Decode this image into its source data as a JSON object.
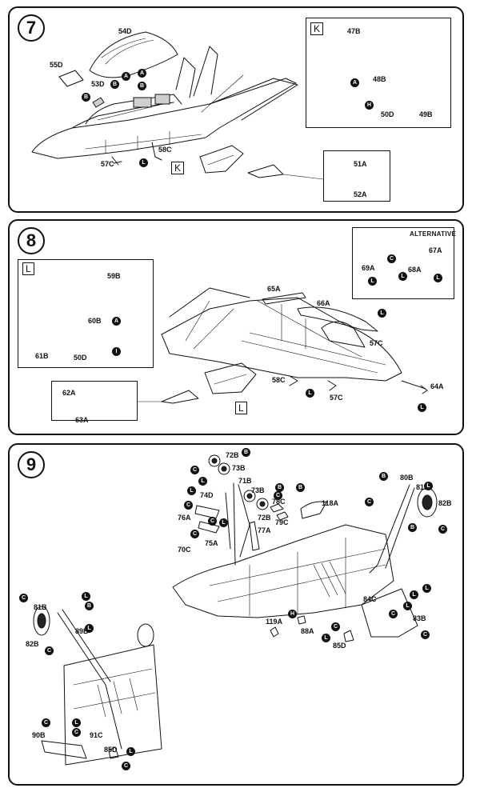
{
  "steps": [
    {
      "number": "7",
      "inset": "K",
      "callout": "K",
      "parts": [
        "54D",
        "55D",
        "53D",
        "58C",
        "57C",
        "47B",
        "48B",
        "49B",
        "50D",
        "51A",
        "52A"
      ],
      "markers": [
        "B",
        "A",
        "B",
        "B",
        "A",
        "L",
        "A",
        "H"
      ]
    },
    {
      "number": "8",
      "inset": "L",
      "callout": "L",
      "alternative_label": "Alternative",
      "parts": [
        "59B",
        "60B",
        "61B",
        "50D",
        "65A",
        "66A",
        "57C",
        "58C",
        "57C",
        "64A",
        "62A",
        "63A",
        "67A",
        "69A",
        "68A"
      ],
      "markers": [
        "A",
        "I",
        "L",
        "L",
        "L",
        "L",
        "C",
        "L",
        "L"
      ]
    },
    {
      "number": "9",
      "parts": [
        "72B",
        "73B",
        "71B",
        "73B",
        "72B",
        "74D",
        "78C",
        "79C",
        "118A",
        "76A",
        "75A",
        "77A",
        "70C",
        "80B",
        "81B",
        "82B",
        "84C",
        "83B",
        "119A",
        "88A",
        "85D",
        "81B",
        "89B",
        "82B",
        "90B",
        "91C",
        "85D"
      ],
      "markers": [
        "B",
        "C",
        "L",
        "B",
        "C",
        "B",
        "L",
        "B",
        "C",
        "C",
        "C",
        "L",
        "C",
        "L",
        "C",
        "L",
        "B",
        "C",
        "L",
        "L",
        "C",
        "C",
        "L",
        "H",
        "C",
        "L",
        "B",
        "L",
        "C",
        "C",
        "L",
        "C",
        "L",
        "C"
      ]
    }
  ]
}
